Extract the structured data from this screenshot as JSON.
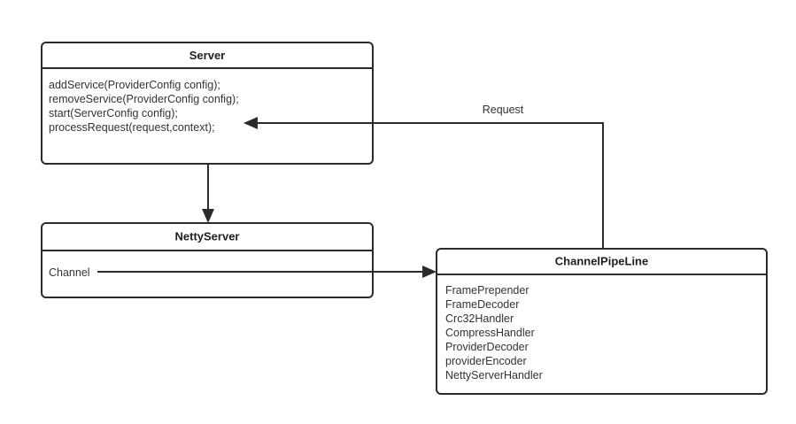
{
  "diagram": {
    "type": "uml-class-diagram",
    "background_color": "#ffffff",
    "line_color": "#2b2b2b",
    "text_color": "#333333",
    "title_color": "#1f1f1f",
    "classes": [
      {
        "id": "server",
        "name": "Server",
        "members": [
          "addService(ProviderConfig config);",
          "removeService(ProviderConfig config);",
          "start(ServerConfig config);",
          "processRequest(request,context);"
        ]
      },
      {
        "id": "netty-server",
        "name": "NettyServer",
        "members": [
          "Channel"
        ]
      },
      {
        "id": "channel-pipeline",
        "name": "ChannelPipeLine",
        "members": [
          "FramePrepender",
          "FrameDecoder",
          "Crc32Handler",
          "CompressHandler",
          "ProviderDecoder",
          "providerEncoder",
          "NettyServerHandler"
        ]
      }
    ],
    "connectors": [
      {
        "id": "server-to-nettyserver",
        "from": "server",
        "to": "netty-server",
        "label": ""
      },
      {
        "id": "channel-to-pipeline",
        "from": "netty-server",
        "to": "channel-pipeline",
        "label": ""
      },
      {
        "id": "pipeline-request-to-server",
        "from": "channel-pipeline",
        "to": "server",
        "label": "Request"
      }
    ]
  }
}
